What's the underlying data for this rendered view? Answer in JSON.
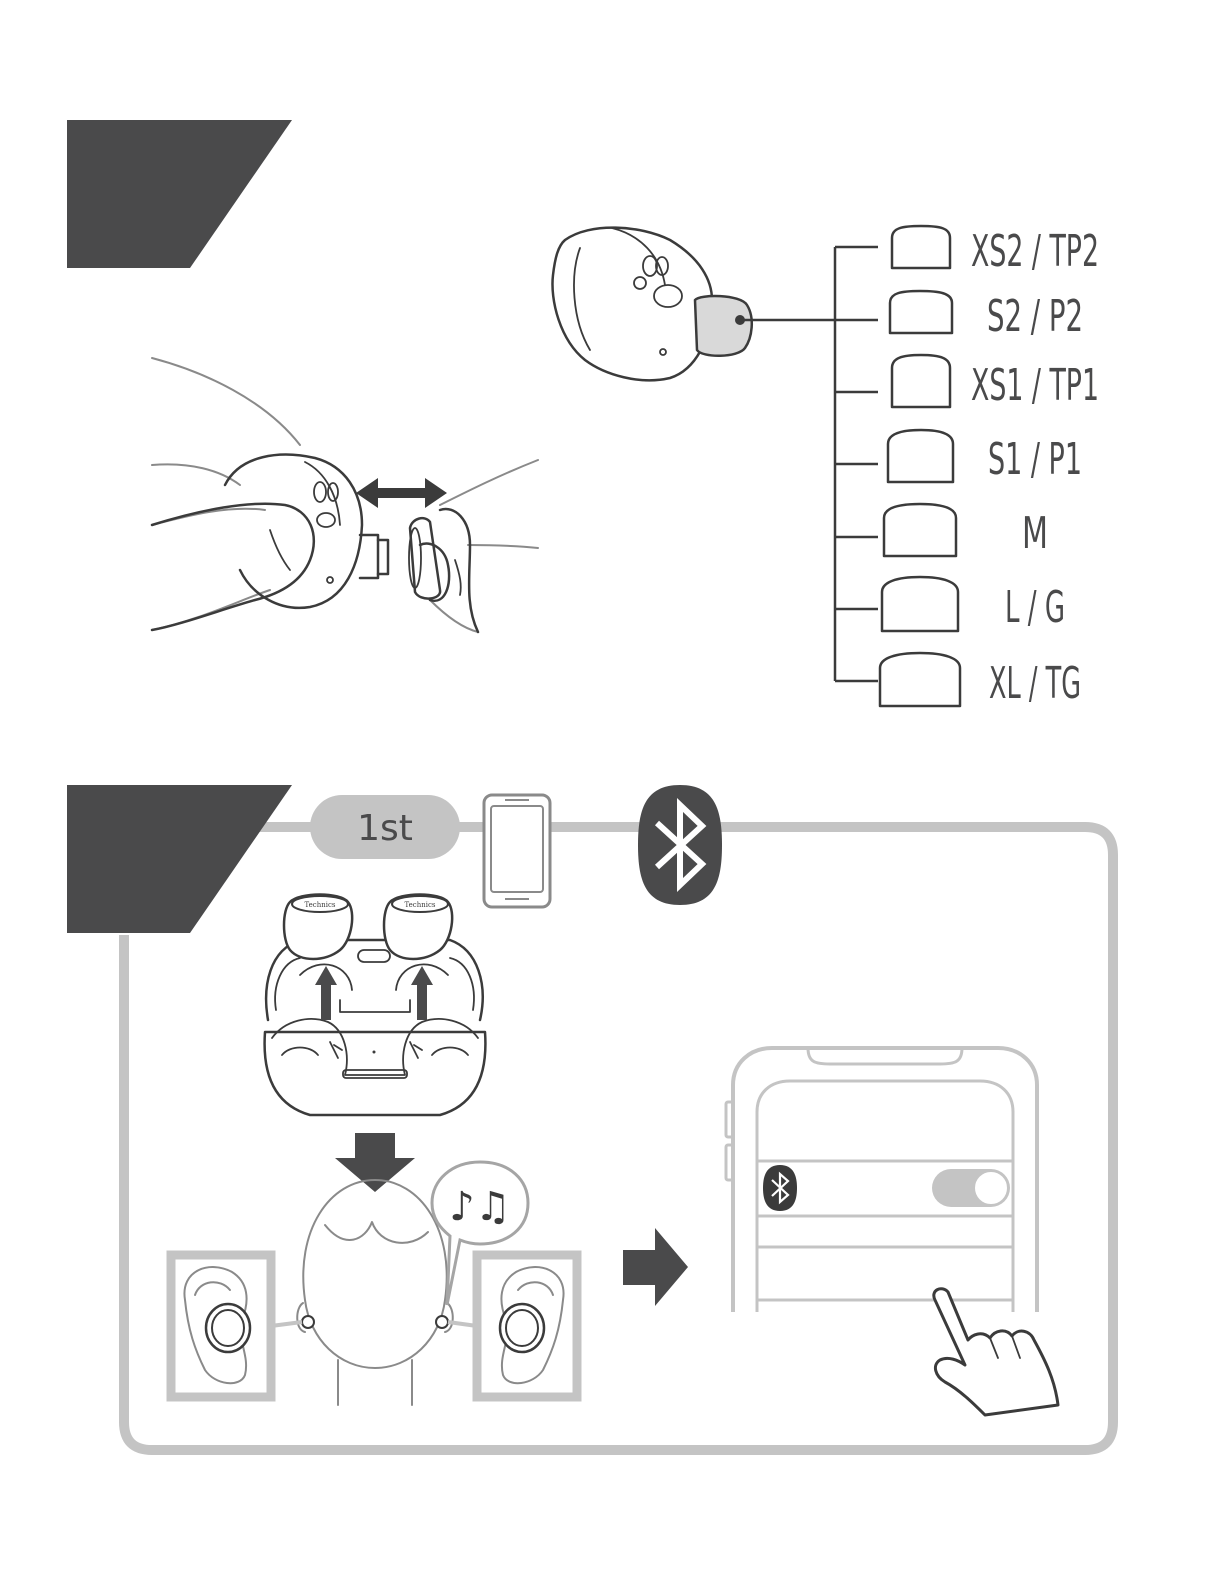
{
  "ear_tips": {
    "sizes": [
      {
        "label": "XS2 / TP2"
      },
      {
        "label": "S2 / P2"
      },
      {
        "label": "XS1 / TP1"
      },
      {
        "label": "S1 / P1"
      },
      {
        "label": "M"
      },
      {
        "label": "L / G"
      },
      {
        "label": "XL / TG"
      }
    ]
  },
  "pairing": {
    "step_label": "1st",
    "brand": "Technics"
  },
  "colors": {
    "dark_gray": "#4a4a4b",
    "light_gray": "#c4c4c4",
    "line": "#3b3b3b"
  }
}
